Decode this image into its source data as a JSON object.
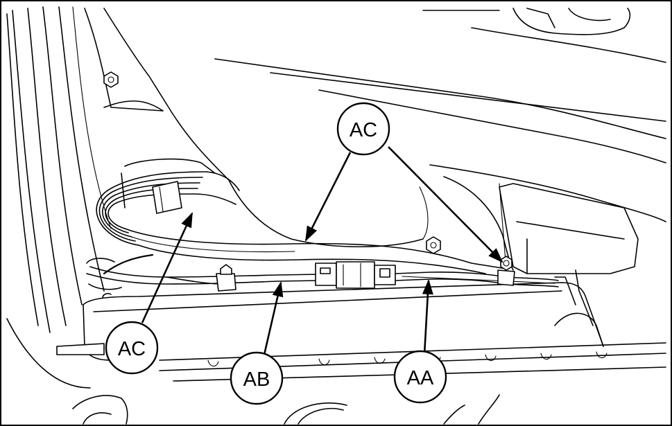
{
  "callouts": [
    {
      "id": "ac-top",
      "label": "AC"
    },
    {
      "id": "ac-left",
      "label": "AC"
    },
    {
      "id": "ab",
      "label": "AB"
    },
    {
      "id": "aa",
      "label": "AA"
    }
  ],
  "colors": {
    "line": "#000000",
    "background": "#ffffff"
  }
}
